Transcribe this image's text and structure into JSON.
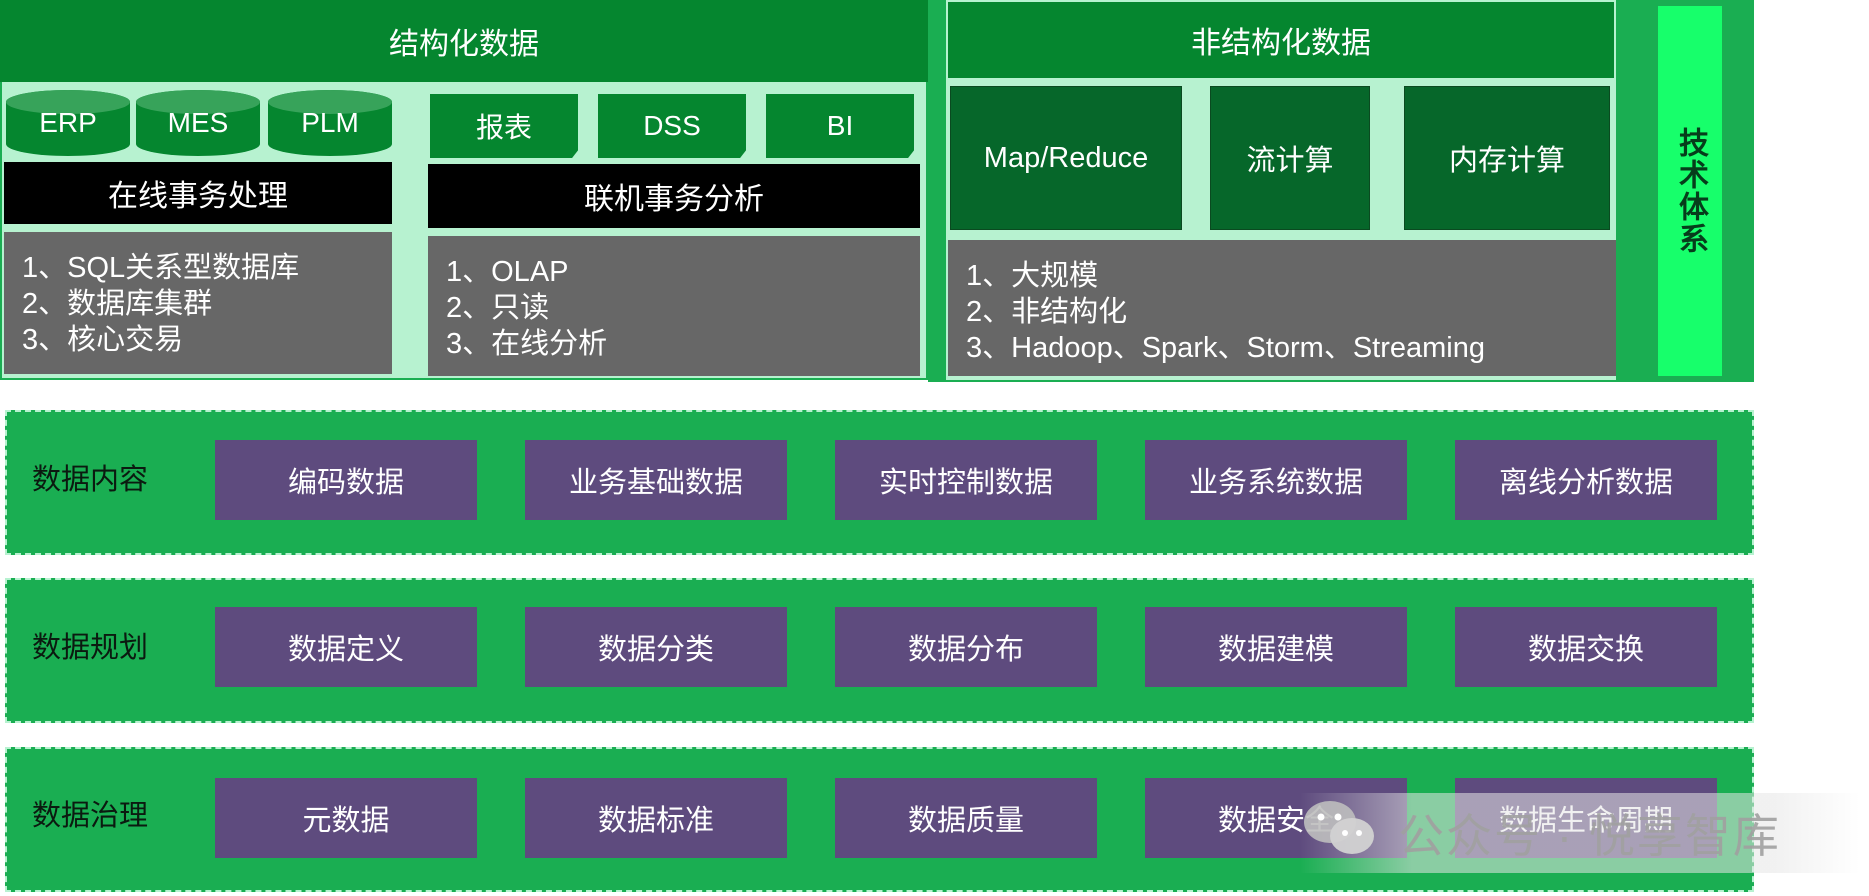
{
  "structured": {
    "title": "结构化数据",
    "oltp": {
      "cylinders": [
        "ERP",
        "MES",
        "PLM"
      ],
      "bar": "在线事务处理",
      "items": [
        "1、SQL关系型数据库",
        "2、数据库集群",
        "3、核心交易"
      ]
    },
    "olap": {
      "tabs": [
        "报表",
        "DSS",
        "BI"
      ],
      "bar": "联机事务分析",
      "items": [
        "1、OLAP",
        "2、只读",
        "3、在线分析"
      ]
    }
  },
  "unstructured": {
    "title": "非结构化数据",
    "boxes": [
      "Map/Reduce",
      "流计算",
      "内存计算"
    ],
    "items": [
      "1、大规模",
      "2、非结构化",
      "3、Hadoop、Spark、Storm、Streaming"
    ]
  },
  "tech": {
    "label": "技术体系"
  },
  "rows": [
    {
      "label": "数据内容",
      "items": [
        "编码数据",
        "业务基础数据",
        "实时控制数据",
        "业务系统数据",
        "离线分析数据"
      ]
    },
    {
      "label": "数据规划",
      "items": [
        "数据定义",
        "数据分类",
        "数据分布",
        "数据建模",
        "数据交换"
      ]
    },
    {
      "label": "数据治理",
      "items": [
        "元数据",
        "数据标准",
        "数据质量",
        "数据安全",
        "数据生命周期"
      ]
    }
  ],
  "watermark": {
    "text": "公众号 · 悦享智库",
    "icon": "wechat-icon"
  },
  "colors": {
    "dark_green": "#05862F",
    "green": "#1AAE52",
    "light_green": "#B7F2D0",
    "bright_green": "#17FF6B",
    "purple": "#5E4B7E",
    "gray": "#676767"
  }
}
